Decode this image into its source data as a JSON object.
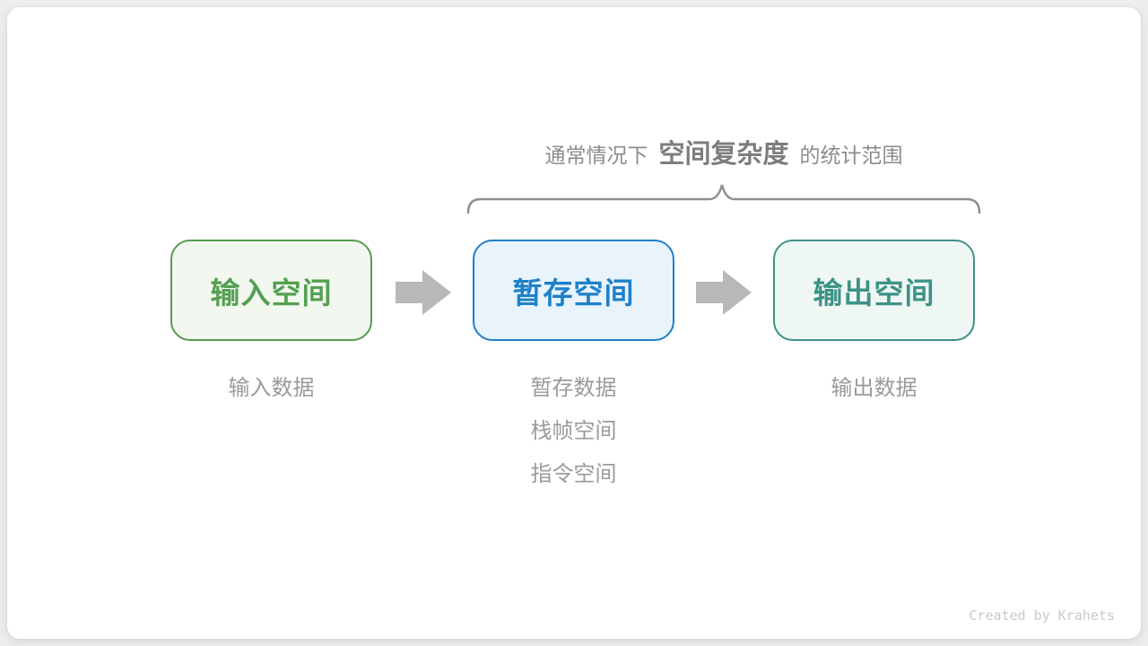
{
  "canvas": {
    "page_bg": "#ededed",
    "card_bg": "#ffffff"
  },
  "annotation": {
    "prefix": "通常情况下",
    "highlight": "空间复杂度",
    "suffix": "的统计范围",
    "text_color": "#8c8c8c",
    "highlight_color": "#7d7d7d",
    "brace_color": "#8f8f8f"
  },
  "flow": {
    "arrow_color": "#b8b8b8",
    "boxes": [
      {
        "label": "输入空间",
        "border_color": "#579b52",
        "bg_color": "#f2f8ef",
        "text_color": "#54a052"
      },
      {
        "label": "暂存空间",
        "border_color": "#1f80c9",
        "bg_color": "#e8f3fc",
        "text_color": "#1f80c9"
      },
      {
        "label": "输出空间",
        "border_color": "#3e9287",
        "bg_color": "#eff7f4",
        "text_color": "#3e9287"
      }
    ]
  },
  "notes": {
    "text_color": "#9a9a9a",
    "columns": [
      {
        "lines": [
          "输入数据"
        ]
      },
      {
        "lines": [
          "暂存数据",
          "栈帧空间",
          "指令空间"
        ]
      },
      {
        "lines": [
          "输出数据"
        ]
      }
    ]
  },
  "footer": {
    "credit": "Created by Krahets",
    "color": "#c9c9c9"
  }
}
